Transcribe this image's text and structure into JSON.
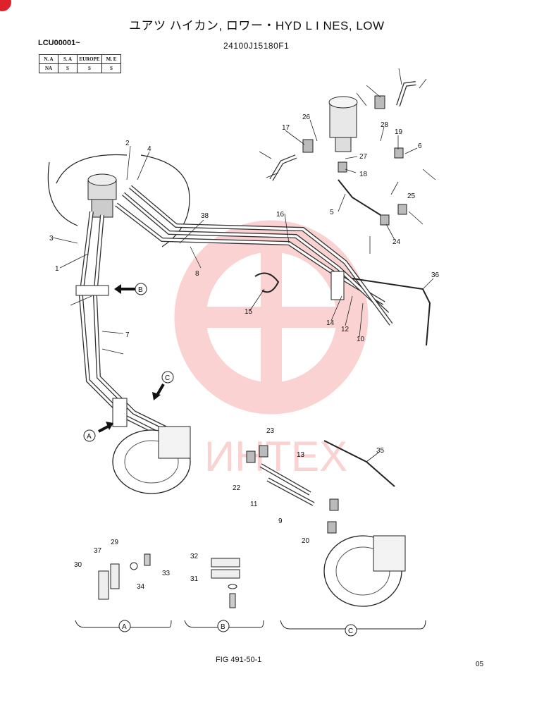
{
  "header": {
    "title": "ユアツ ハイカン, ロワー・HYD L I NES, LOW",
    "serial": "LCU00001~",
    "part_number": "24100J15180F1"
  },
  "market_table": {
    "headers": [
      "N. A",
      "S. A",
      "EUROPE",
      "M. E"
    ],
    "values": [
      "NA",
      "S",
      "S",
      "S"
    ]
  },
  "watermark": {
    "text": "ИНТЕХ",
    "color": "#f06060"
  },
  "callouts": [
    "1",
    "2",
    "3",
    "4",
    "5",
    "6",
    "7",
    "8",
    "9",
    "10",
    "11",
    "12",
    "13",
    "14",
    "15",
    "16",
    "17",
    "18",
    "19",
    "20",
    "22",
    "23",
    "24",
    "25",
    "26",
    "27",
    "28",
    "29",
    "30",
    "31",
    "32",
    "33",
    "34",
    "35",
    "36",
    "37",
    "38"
  ],
  "views": {
    "a": "A",
    "b": "B",
    "c": "C"
  },
  "footer": {
    "figure": "FIG 491-50-1",
    "page": "05"
  }
}
